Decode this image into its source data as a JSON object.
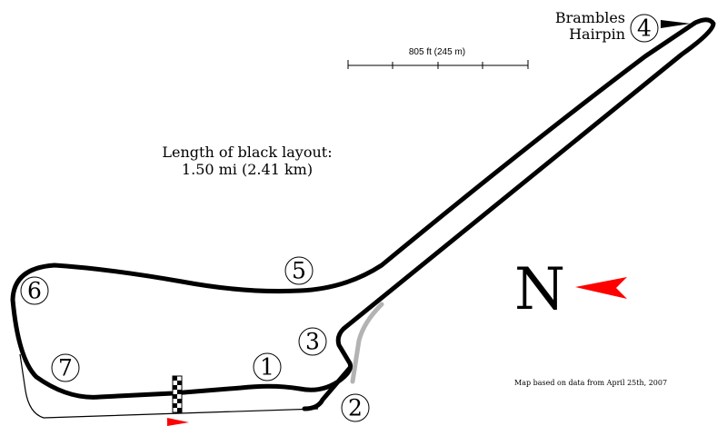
{
  "map": {
    "layout_length_heading": "Length of black layout:",
    "layout_length_value": "1.50 mi (2.41 km)",
    "scale_label": "805 ft (245 m)",
    "north_label": "N",
    "source_note": "Map based on data from April 25th, 2007",
    "corner_name": [
      "Brambles",
      "Hairpin"
    ],
    "turns": [
      "1",
      "2",
      "3",
      "4",
      "5",
      "6",
      "7"
    ],
    "colors": {
      "track": "#000000",
      "alternate_track": "#b3b3b3",
      "arrow": "#ff0000",
      "background": "#ffffff"
    }
  }
}
